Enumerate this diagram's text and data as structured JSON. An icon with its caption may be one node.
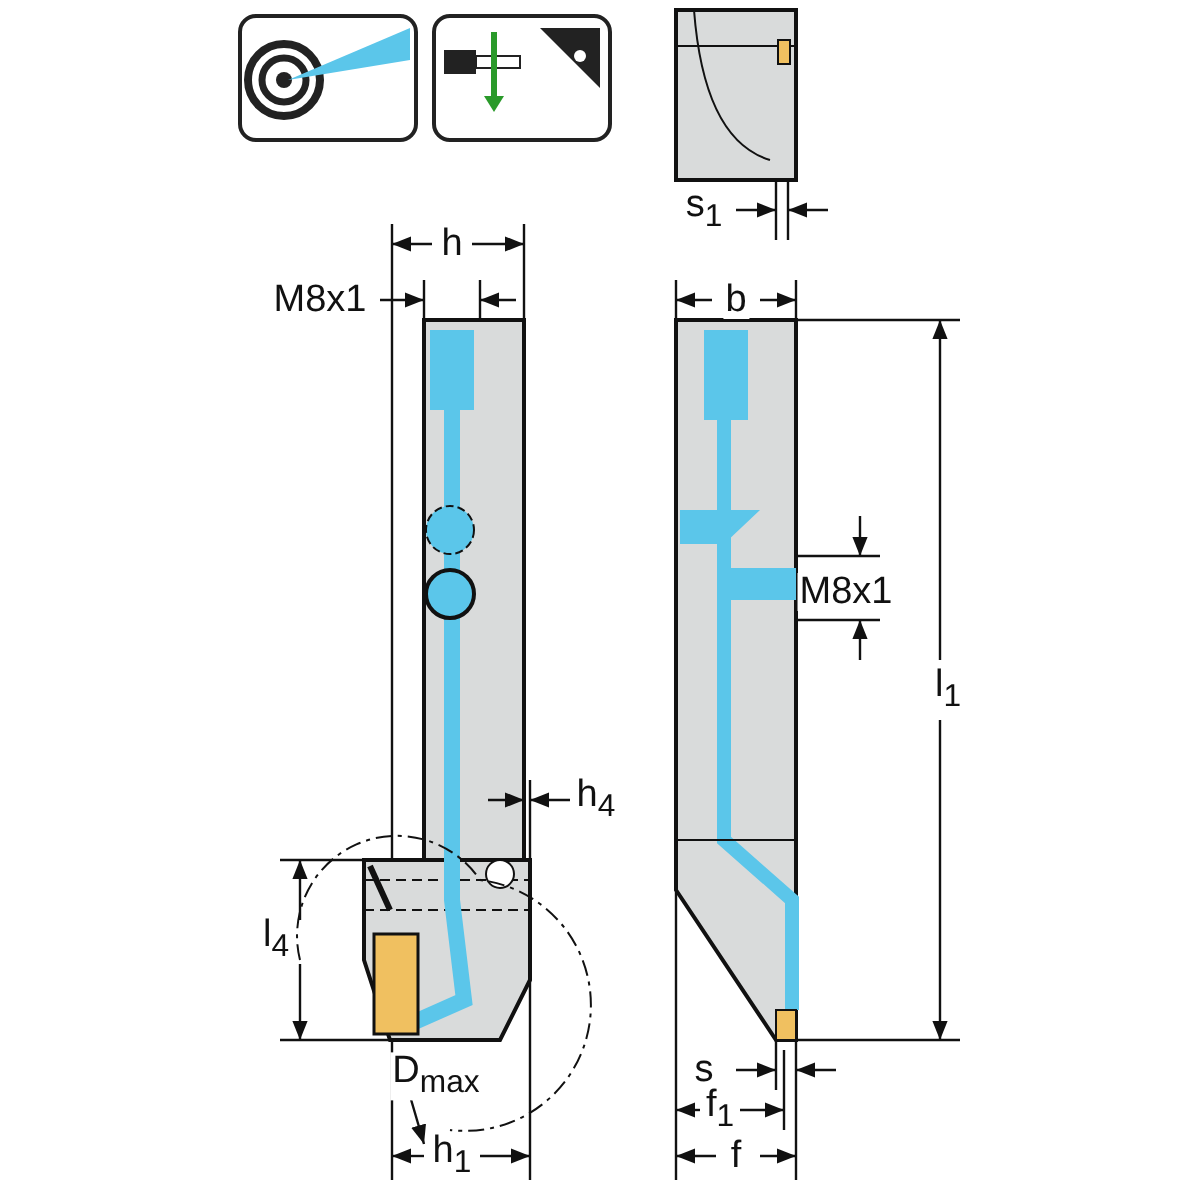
{
  "diagram": {
    "labels": [
      "h",
      "s$_{1}$",
      "M8x1",
      "b",
      "M8x1",
      "l$_{1}$",
      "h$_{4}$",
      "l$_{4}$",
      "D$_{max}$",
      "s",
      "f$_{1}$",
      "h$_{1}$",
      "f"
    ]
  }
}
